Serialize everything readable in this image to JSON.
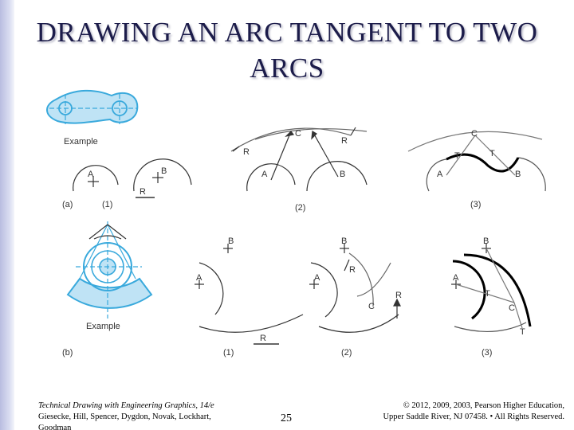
{
  "slide": {
    "title": "DRAWING AN ARC TANGENT TO TWO ARCS",
    "page_number": "25"
  },
  "figure": {
    "a": {
      "example_label": "Example",
      "part_label": "(a)",
      "steps": [
        "(1)",
        "(2)",
        "(3)"
      ],
      "point_labels": {
        "A": "A",
        "B": "B",
        "C": "C",
        "R": "R",
        "T": "T"
      }
    },
    "b": {
      "example_label": "Example",
      "part_label": "(b)",
      "steps": [
        "(1)",
        "(2)",
        "(3)"
      ],
      "point_labels": {
        "A": "A",
        "B": "B",
        "C": "C",
        "R": "R",
        "T": "T"
      }
    },
    "colors": {
      "example_blue": "#39a9dc",
      "outline": "#333333",
      "bold_arc": "#000000"
    }
  },
  "footer": {
    "book_title": "Technical Drawing with Engineering Graphics, 14/e",
    "authors": "Giesecke, Hill, Spencer, Dygdon, Novak, Lockhart, Goodman",
    "copyright_line1": "© 2012, 2009, 2003, Pearson Higher Education,",
    "copyright_line2": "Upper Saddle River, NJ 07458. • All Rights Reserved."
  }
}
